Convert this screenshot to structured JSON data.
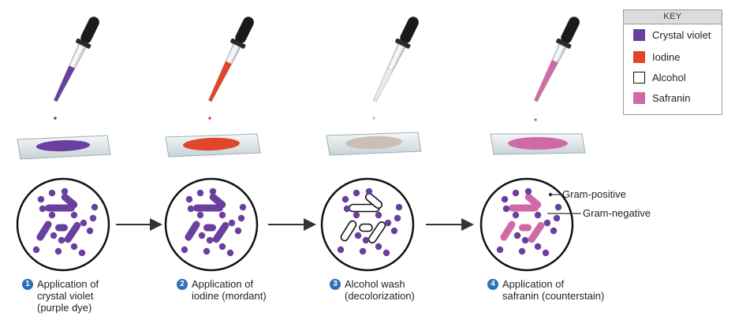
{
  "key": {
    "title": "KEY",
    "items": [
      {
        "label": "Crystal violet",
        "color": "#6a3f9e"
      },
      {
        "label": "Iodine",
        "color": "#e0462a"
      },
      {
        "label": "Alcohol",
        "color": "#ffffff"
      },
      {
        "label": "Safranin",
        "color": "#d06aa6"
      }
    ]
  },
  "steps": [
    {
      "number": "1",
      "caption": "Application of\ncrystal violet\n(purple dye)"
    },
    {
      "number": "2",
      "caption": "Application of\niodine (mordant)"
    },
    {
      "number": "3",
      "caption": "Alcohol wash\n(decolorization)"
    },
    {
      "number": "4",
      "caption": "Application of\nsafranin (counterstain)"
    }
  ],
  "annotations": {
    "gram_positive": "Gram-positive",
    "gram_negative": "Gram-negative"
  },
  "colors": {
    "crystal_violet": "#6a3f9e",
    "iodine": "#e0462a",
    "safranin": "#d06aa6",
    "dropper_bulb": "#1a1a1a",
    "slide": "#e8eef0",
    "step_badge": "#2f6fb6"
  }
}
